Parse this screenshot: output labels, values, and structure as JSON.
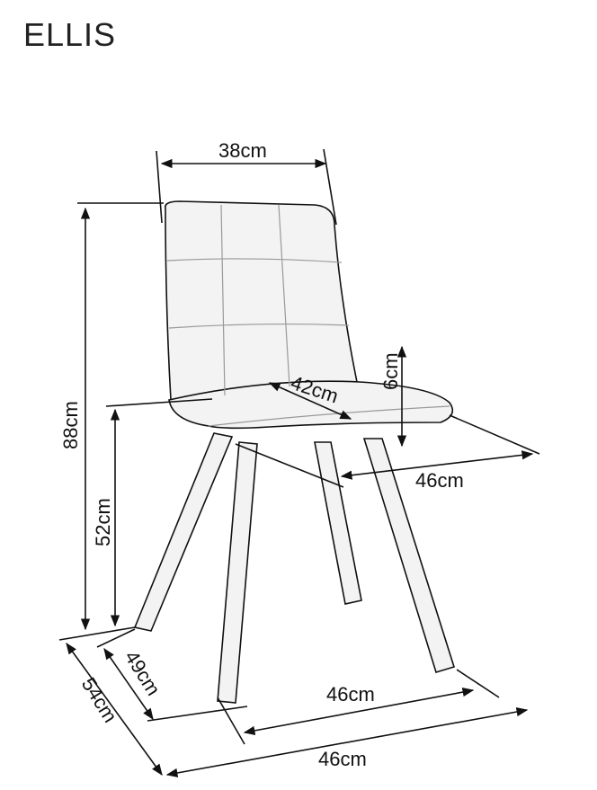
{
  "product_name": "ELLIS",
  "dimensions": {
    "backrest_width": "38cm",
    "total_height": "88cm",
    "seat_height": "52cm",
    "seat_depth_inner": "42cm",
    "seat_cushion_thickness": "6cm",
    "seat_width": "46cm",
    "base_depth_inner": "49cm",
    "total_depth": "54cm",
    "base_width_inner": "46cm",
    "total_width": "46cm"
  }
}
